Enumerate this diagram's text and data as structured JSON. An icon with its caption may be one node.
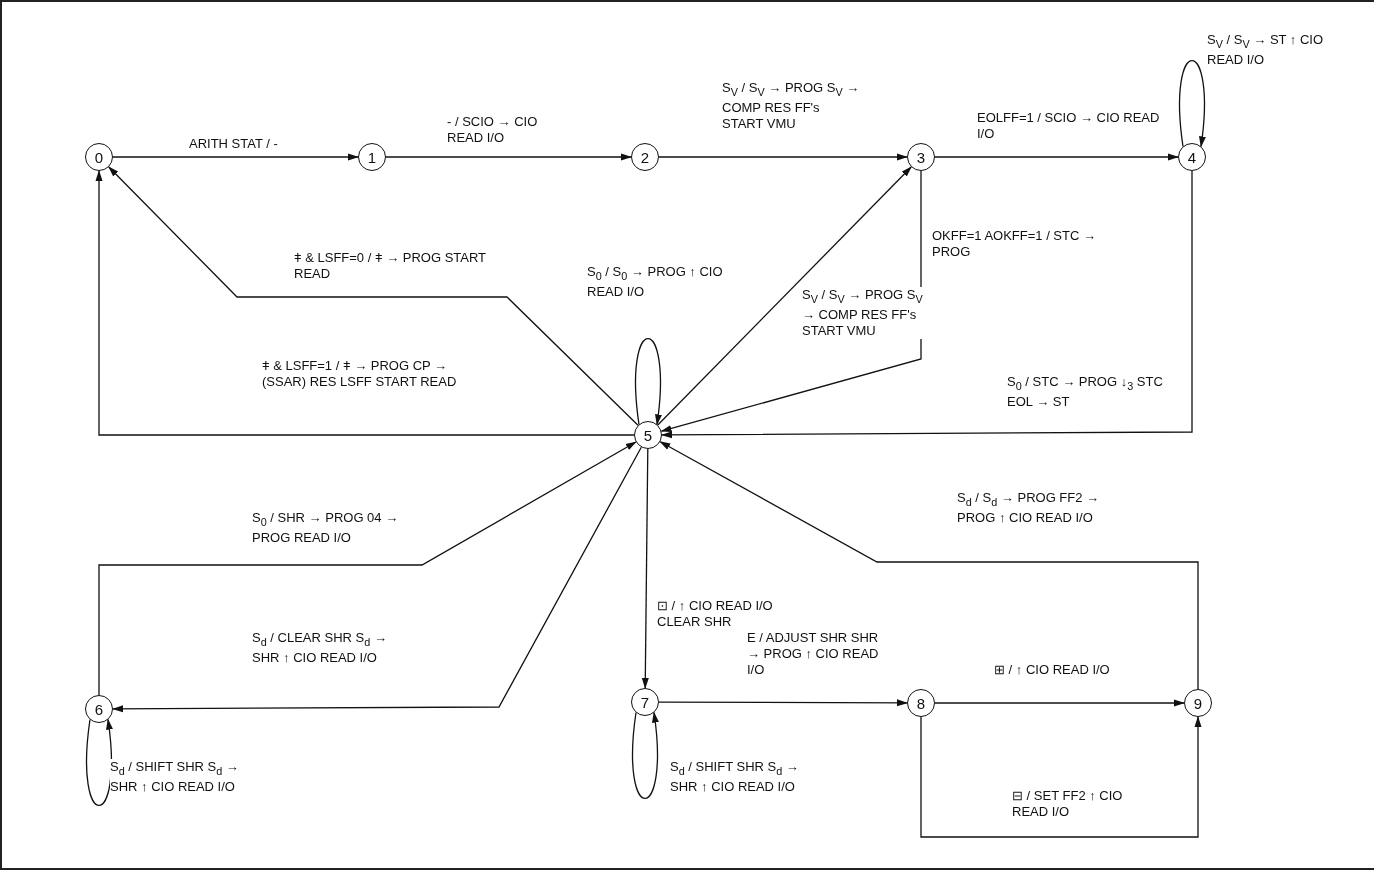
{
  "diagram": {
    "nodes": [
      {
        "text": [
          "0"
        ]
      },
      {
        "text": [
          "1"
        ]
      },
      {
        "text": [
          "2"
        ]
      },
      {
        "text": [
          "3"
        ]
      },
      {
        "text": [
          "4"
        ]
      },
      {
        "text": [
          "5"
        ]
      },
      {
        "text": [
          "6"
        ]
      },
      {
        "text": [
          "7"
        ]
      },
      {
        "text": [
          "8"
        ]
      },
      {
        "text": [
          "9"
        ]
      }
    ],
    "edges": [
      {
        "from": 0,
        "to": 1,
        "arrow": "to",
        "label": "ARITH STAT / -"
      },
      {
        "from": 1,
        "to": 2,
        "arrow": "to",
        "label": "- / SCIO → CIO READ I/O"
      },
      {
        "from": 2,
        "to": 3,
        "arrow": "to",
        "label": "S$_{V}$ / S$_{V}$ → PROG S$_{V}$ → COMP RES FF's START VMU"
      },
      {
        "from": 3,
        "to": 4,
        "arrow": "to",
        "label": "EOLFF=1 / SCIO → CIO READ I/O"
      },
      {
        "from": 4,
        "to": 4,
        "arrow": "to",
        "label": "S$_{V}$ / S$_{V}$ → ST ↑ CIO READ I/O"
      },
      {
        "from": 5,
        "to": 0,
        "arrow": "to",
        "label": "ǂ & LSFF=0 / ǂ → PROG START READ"
      },
      {
        "from": 5,
        "to": 0,
        "arrow": "to",
        "label": "ǂ & LSFF=1 / ǂ → PROG CP → (SSAR) RES LSFF START READ"
      },
      {
        "from": 5,
        "to": 5,
        "arrow": "to",
        "label": "S$_{0}$ / S$_{0}$ → PROG ↑ CIO READ I/O"
      },
      {
        "from": 5,
        "to": 3,
        "arrow": "to",
        "label": "S$_{V}$ / S$_{V}$ → PROG S$_{V}$ → COMP RES FF's START VMU"
      },
      {
        "from": 3,
        "to": 5,
        "arrow": "to",
        "label": "OKFF=1 AOKFF=1 / STC → PROG"
      },
      {
        "from": 4,
        "to": 5,
        "arrow": "to",
        "label": "S$_{0}$ / STC → PROG ↓$_{3}$ STC EOL → ST"
      },
      {
        "from": 9,
        "to": 5,
        "arrow": "to",
        "label": "S$_{d}$ / S$_{d}$ → PROG FF2 → PROG ↑ CIO READ I/O"
      },
      {
        "from": 6,
        "to": 5,
        "arrow": "to",
        "label": "S$_{0}$ / SHR → PROG 04 → PROG READ I/O"
      },
      {
        "from": 5,
        "to": 6,
        "arrow": "to",
        "label": "S$_{d}$ / CLEAR SHR S$_{d}$ → SHR ↑ CIO READ I/O"
      },
      {
        "from": 5,
        "to": 7,
        "arrow": "to",
        "label": "⊡ / ↑ CIO READ I/O CLEAR SHR"
      },
      {
        "from": 7,
        "to": 8,
        "arrow": "to",
        "label": "E / ADJUST SHR SHR → PROG ↑ CIO READ I/O"
      },
      {
        "from": 8,
        "to": 9,
        "arrow": "to",
        "label": "⊞ / ↑ CIO READ I/O"
      },
      {
        "from": 8,
        "to": 9,
        "arrow": "to",
        "label": "⊟ / SET FF2 ↑ CIO READ I/O"
      },
      {
        "from": 6,
        "to": 6,
        "arrow": "to",
        "label": "S$_{d}$ / SHIFT SHR S$_{d}$ → SHR ↑ CIO READ I/O"
      },
      {
        "from": 7,
        "to": 7,
        "arrow": "to",
        "label": "S$_{d}$ / SHIFT SHR S$_{d}$ → SHR ↑ CIO READ I/O"
      }
    ]
  }
}
